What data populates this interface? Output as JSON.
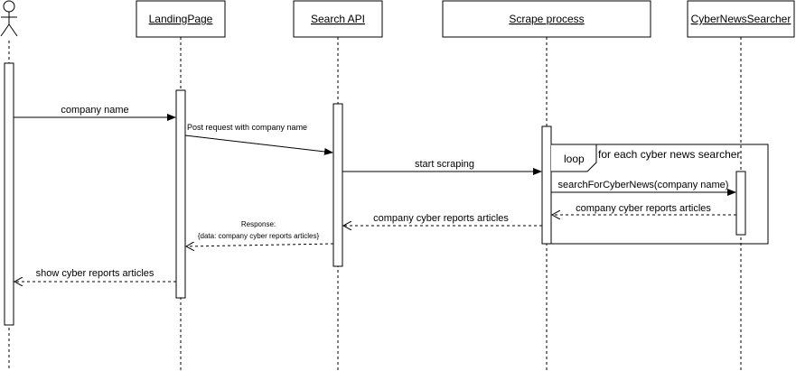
{
  "participants": {
    "actor": "",
    "landing": "LandingPage",
    "search_api": "Search API",
    "scrape": "Scrape process",
    "searcher": "CyberNewsSearcher"
  },
  "messages": {
    "m1": "company name",
    "m2": "Post request with company name",
    "m3": "start scraping",
    "m4": "searchForCyberNews(company name)",
    "m5": "company cyber reports articles",
    "m6": "company cyber reports articles",
    "m7_line1": "Response:",
    "m7_line2": "{data: company cyber reports articles}",
    "m8": "show cyber reports articles"
  },
  "loop": {
    "keyword": "loop",
    "condition": "for each cyber news searcher"
  }
}
